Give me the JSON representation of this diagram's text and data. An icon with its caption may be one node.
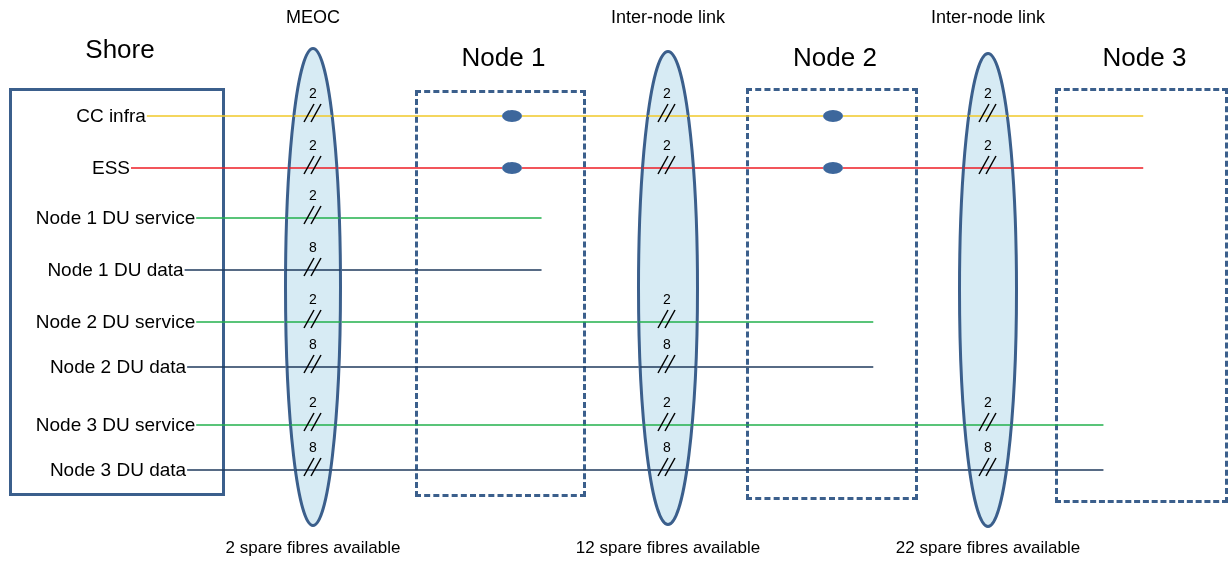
{
  "diagram": {
    "nodes": [
      {
        "text": [
          "Shore"
        ]
      },
      {
        "text": [
          "CC infra"
        ],
        "in": 0
      },
      {
        "text": [
          "ESS"
        ],
        "in": 0
      },
      {
        "text": [
          "Node 1 DU service"
        ],
        "in": 0
      },
      {
        "text": [
          "Node 1 DU data"
        ],
        "in": 0
      },
      {
        "text": [
          "Node 2 DU service"
        ],
        "in": 0
      },
      {
        "text": [
          "Node 2 DU data"
        ],
        "in": 0
      },
      {
        "text": [
          "Node 3 DU service"
        ],
        "in": 0
      },
      {
        "text": [
          "Node 3 DU data"
        ],
        "in": 0
      },
      {
        "text": [
          "MEOC"
        ],
        "beside": [
          "2 spare fibres available"
        ]
      },
      {
        "text": [
          "Node 1"
        ]
      },
      {
        "text": [],
        "shape": "circle",
        "in": 10
      },
      {
        "text": [],
        "shape": "circle",
        "in": 10
      },
      {
        "text": [
          "Inter-node link"
        ],
        "beside": [
          "12 spare fibres available"
        ]
      },
      {
        "text": [
          "Node 2"
        ]
      },
      {
        "text": [],
        "shape": "circle",
        "in": 14
      },
      {
        "text": [],
        "shape": "circle",
        "in": 14
      },
      {
        "text": [
          "Inter-node link"
        ],
        "beside": [
          "22 spare fibres available"
        ]
      },
      {
        "text": [
          "Node 3"
        ]
      }
    ],
    "edges": [
      {
        "from": 1,
        "to": 9,
        "arrow": "none",
        "color": "#f0c828"
      },
      {
        "from": 9,
        "to": 11,
        "arrow": "none",
        "color": "#f0c828"
      },
      {
        "from": 11,
        "to": 13,
        "arrow": "none",
        "color": "#f0c828"
      },
      {
        "from": 13,
        "to": 15,
        "arrow": "none",
        "color": "#f0c828"
      },
      {
        "from": 15,
        "to": 17,
        "arrow": "none",
        "color": "#f0c828"
      },
      {
        "from": 17,
        "to": 18,
        "arrow": "none",
        "color": "#f0c828"
      },
      {
        "from": 2,
        "to": 9,
        "arrow": "none",
        "color": "#ee1c24"
      },
      {
        "from": 9,
        "to": 12,
        "arrow": "none",
        "color": "#ee1c24"
      },
      {
        "from": 12,
        "to": 13,
        "arrow": "none",
        "color": "#ee1c24"
      },
      {
        "from": 13,
        "to": 16,
        "arrow": "none",
        "color": "#ee1c24"
      },
      {
        "from": 16,
        "to": 17,
        "arrow": "none",
        "color": "#ee1c24"
      },
      {
        "from": 17,
        "to": 18,
        "arrow": "none",
        "color": "#ee1c24"
      },
      {
        "from": 3,
        "to": 9,
        "arrow": "none",
        "color": "#22b04c"
      },
      {
        "from": 9,
        "to": 10,
        "arrow": "none",
        "color": "#22b04c"
      },
      {
        "from": 4,
        "to": 9,
        "arrow": "none",
        "color": "#1f3a5c"
      },
      {
        "from": 9,
        "to": 10,
        "arrow": "none",
        "color": "#1f3a5c"
      },
      {
        "from": 5,
        "to": 9,
        "arrow": "none",
        "color": "#22b04c"
      },
      {
        "from": 9,
        "to": 13,
        "arrow": "none",
        "color": "#22b04c"
      },
      {
        "from": 13,
        "to": 14,
        "arrow": "none",
        "color": "#22b04c"
      },
      {
        "from": 6,
        "to": 9,
        "arrow": "none",
        "color": "#1f3a5c"
      },
      {
        "from": 9,
        "to": 13,
        "arrow": "none",
        "color": "#1f3a5c"
      },
      {
        "from": 13,
        "to": 14,
        "arrow": "none",
        "color": "#1f3a5c"
      },
      {
        "from": 7,
        "to": 9,
        "arrow": "none",
        "color": "#22b04c"
      },
      {
        "from": 9,
        "to": 13,
        "arrow": "none",
        "color": "#22b04c"
      },
      {
        "from": 13,
        "to": 17,
        "arrow": "none",
        "color": "#22b04c"
      },
      {
        "from": 17,
        "to": 18,
        "arrow": "none",
        "color": "#22b04c"
      },
      {
        "from": 8,
        "to": 9,
        "arrow": "none",
        "color": "#1f3a5c"
      },
      {
        "from": 9,
        "to": 13,
        "arrow": "none",
        "color": "#1f3a5c"
      },
      {
        "from": 13,
        "to": 17,
        "arrow": "none",
        "color": "#1f3a5c"
      },
      {
        "from": 17,
        "to": 18,
        "arrow": "none",
        "color": "#1f3a5c"
      }
    ],
    "labels": [
      "2",
      "2",
      "2",
      "2",
      "2",
      "2",
      "2",
      "8",
      "2",
      "2",
      "8",
      "8",
      "2",
      "2",
      "2",
      "8",
      "8",
      "8"
    ]
  }
}
